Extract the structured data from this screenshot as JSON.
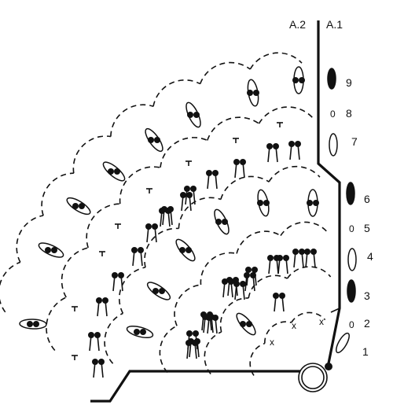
{
  "diagram": {
    "repeat_labels": [
      "A.2",
      "A.1"
    ],
    "row_labels": [
      "1",
      "2",
      "3",
      "4",
      "5",
      "6",
      "7",
      "8",
      "9"
    ],
    "ring_markers": [
      "0",
      "0",
      "0"
    ],
    "symbol_marks": [
      "x",
      "x",
      "x"
    ]
  }
}
